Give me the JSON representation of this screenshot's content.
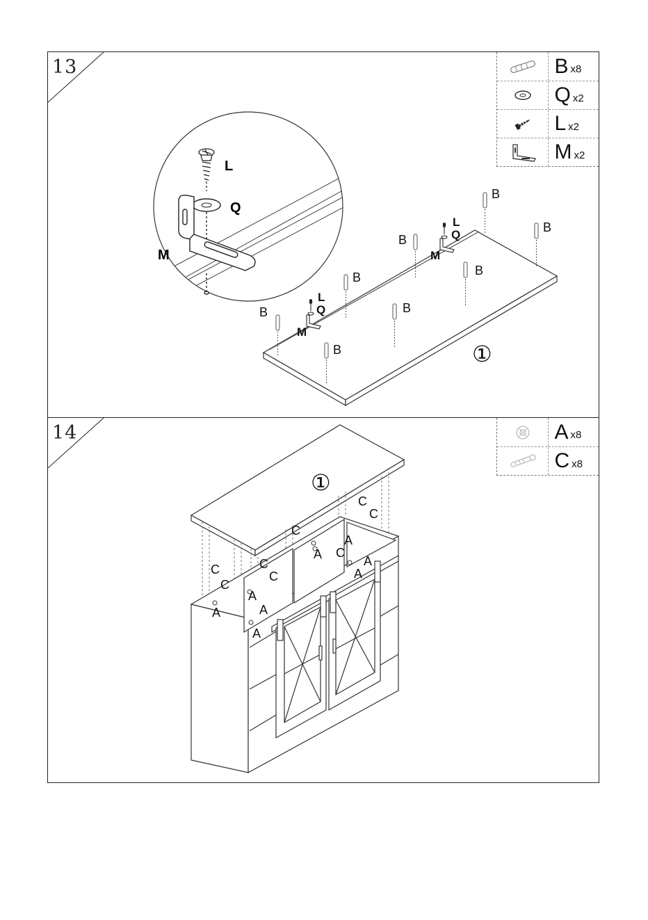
{
  "steps": [
    {
      "number": "13",
      "parts": [
        {
          "letter": "B",
          "qty": "x8",
          "icon": "dowel-icon"
        },
        {
          "letter": "Q",
          "qty": "x2",
          "icon": "washer-icon"
        },
        {
          "letter": "L",
          "qty": "x2",
          "icon": "screw-icon"
        },
        {
          "letter": "M",
          "qty": "x2",
          "icon": "bracket-icon"
        }
      ],
      "detail_labels": {
        "screw": "L",
        "washer": "Q",
        "bracket": "M"
      },
      "board_labels": {
        "dowel": "B",
        "screw": "L",
        "washer": "Q",
        "bracket": "M",
        "panel": "①"
      }
    },
    {
      "number": "14",
      "parts": [
        {
          "letter": "A",
          "qty": "x8",
          "icon": "cam-lock-icon"
        },
        {
          "letter": "C",
          "qty": "x8",
          "icon": "cam-bolt-icon"
        }
      ],
      "labels": {
        "panel": "①",
        "cam_lock": "A",
        "cam_bolt": "C"
      }
    }
  ]
}
